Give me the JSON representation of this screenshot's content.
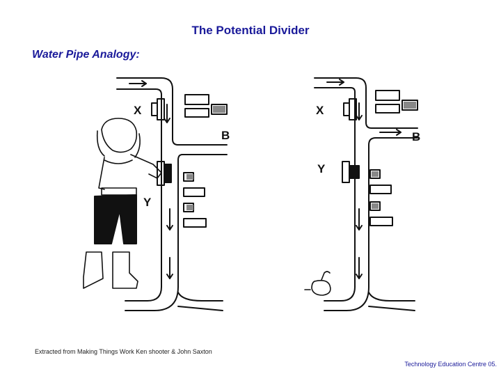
{
  "title": "The Potential Divider",
  "subtitle": "Water Pipe Analogy:",
  "labels": {
    "left_x": "X",
    "left_b": "B",
    "left_y": "Y",
    "right_x": "X",
    "right_b": "B",
    "right_y": "Y"
  },
  "credit": "Extracted from Making Things Work Ken shooter & John Saxton",
  "footer": "Technology Education Centre 05."
}
